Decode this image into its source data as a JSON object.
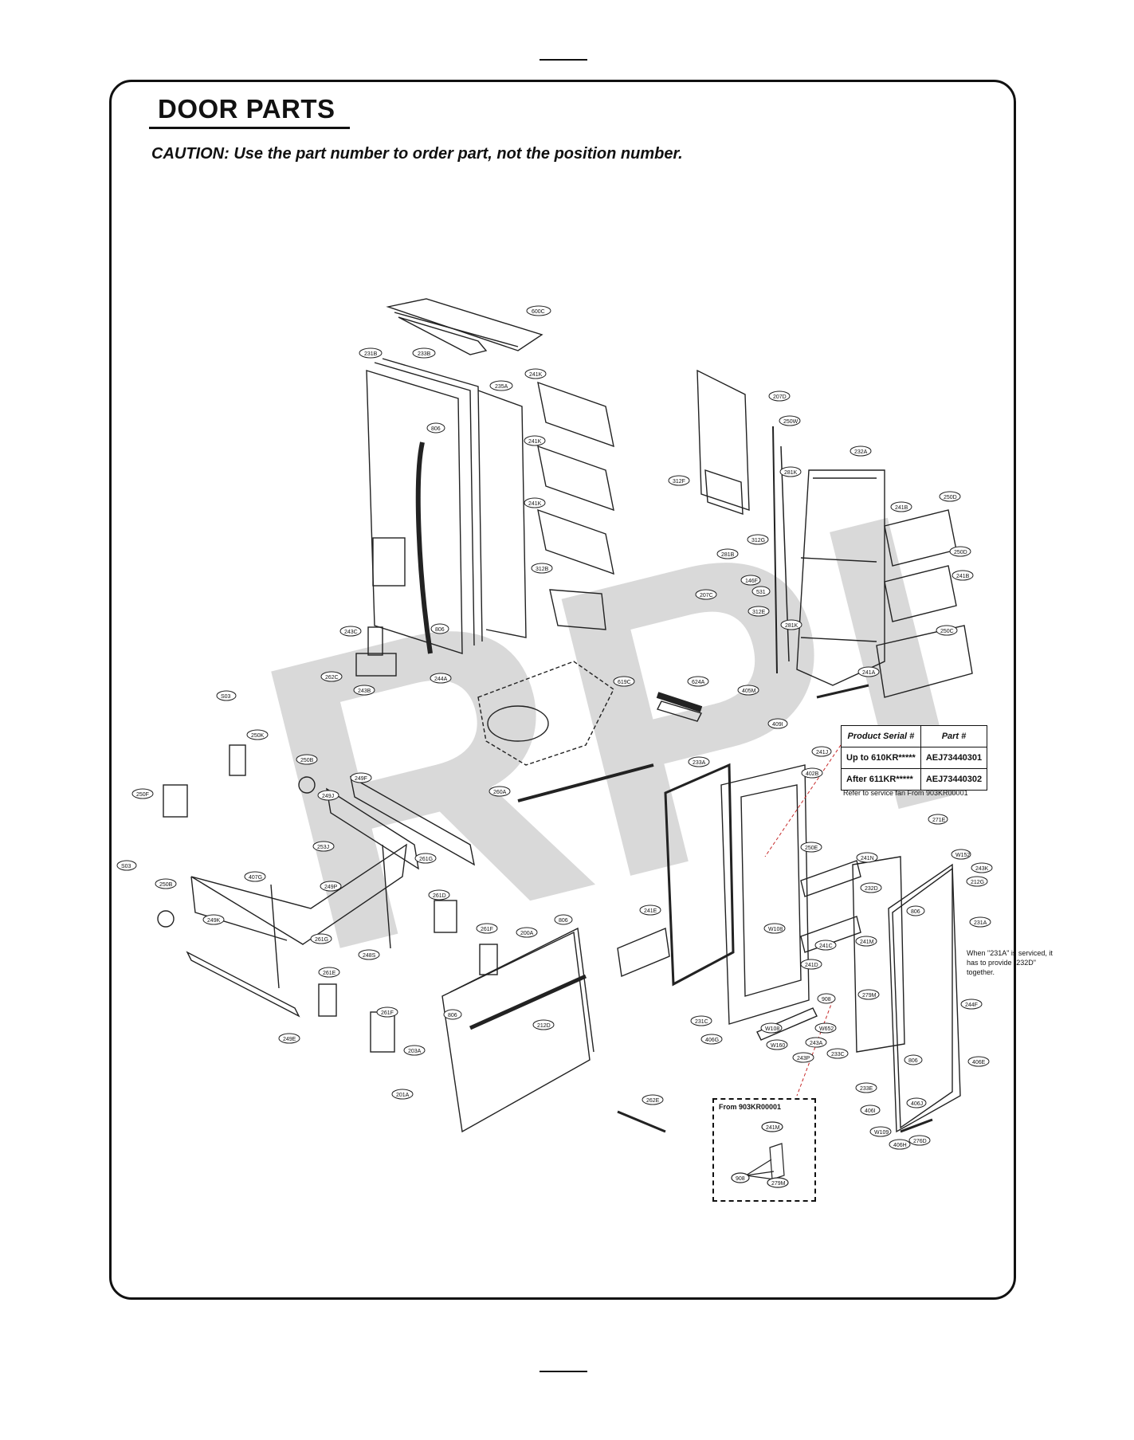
{
  "page": {
    "title": "DOOR PARTS",
    "caution": "CAUTION: Use the part number to order part, not the position number.",
    "watermark": "RPI"
  },
  "serial_table": {
    "headers": [
      "Product Serial #",
      "Part #"
    ],
    "rows": [
      [
        "Up to 610KR*****",
        "AEJ73440301"
      ],
      [
        "After 611KR*****",
        "AEJ73440302"
      ]
    ],
    "note": "Refer to service fan  From 903KR00001"
  },
  "from_box": {
    "label": "From 903KR00001",
    "callouts": [
      "241M",
      "908",
      "279M"
    ]
  },
  "service_note": "When \"231A\" is serviced, it has to provide \"232D\" together.",
  "callouts": [
    "600C",
    "231B",
    "233B",
    "235A",
    "241K",
    "241K",
    "241K",
    "806",
    "312B",
    "806",
    "243C",
    "262C",
    "243B",
    "244A",
    "S03",
    "619C",
    "624A",
    "250K",
    "250B",
    "249F",
    "249J",
    "250F",
    "253J",
    "407G",
    "261G",
    "S03",
    "250B",
    "249P",
    "249K",
    "261G",
    "248S",
    "261D",
    "261F",
    "261E",
    "261F",
    "249E",
    "200A",
    "806",
    "806",
    "212D",
    "203A",
    "201A",
    "262E",
    "207D",
    "250W",
    "312F",
    "281K",
    "232A",
    "241B",
    "250D",
    "250D",
    "241B",
    "312G",
    "281B",
    "207C",
    "146F",
    "531",
    "281K",
    "312E",
    "250C",
    "241A",
    "405M",
    "409I",
    "241J",
    "402B",
    "233A",
    "260A",
    "250E",
    "241N",
    "271E",
    "W152",
    "243K",
    "212G",
    "232D",
    "241E",
    "806",
    "231A",
    "241M",
    "W108",
    "241C",
    "241D",
    "908",
    "279M",
    "244F",
    "231C",
    "406G",
    "W108",
    "W652",
    "W160",
    "243A",
    "243P",
    "233C",
    "233E",
    "806",
    "406E",
    "406I",
    "406J",
    "W109",
    "406H",
    "276D"
  ]
}
